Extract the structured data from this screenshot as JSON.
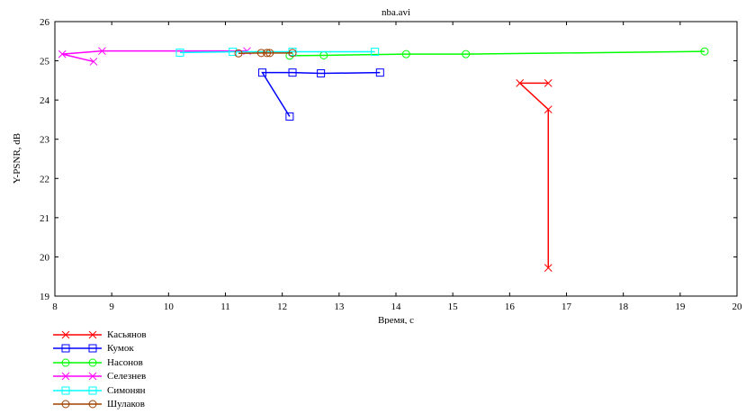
{
  "chart_data": {
    "type": "line",
    "title": "nba.avi",
    "xlabel": "Время, с",
    "ylabel": "Y-PSNR, dB",
    "xlim": [
      8,
      20
    ],
    "ylim": [
      19,
      26
    ],
    "xticks": [
      "8",
      "9",
      "10",
      "11",
      "12",
      "13",
      "14",
      "15",
      "16",
      "17",
      "18",
      "19",
      "20"
    ],
    "yticks": [
      "19",
      "20",
      "21",
      "22",
      "23",
      "24",
      "25",
      "26"
    ],
    "grid": false,
    "legend_position": "bottom-left",
    "series": [
      {
        "name": "Касьянов",
        "color": "#ff0000",
        "marker": "x",
        "x": [
          16.68,
          16.18,
          16.68,
          16.68
        ],
        "y": [
          24.43,
          24.43,
          23.76,
          19.72
        ]
      },
      {
        "name": "Кумок",
        "color": "#0000ff",
        "marker": "square",
        "x": [
          12.13,
          11.65,
          12.18,
          12.68,
          13.72
        ],
        "y": [
          23.58,
          24.7,
          24.7,
          24.68,
          24.7
        ]
      },
      {
        "name": "Насонов",
        "color": "#00ff00",
        "marker": "circle",
        "x": [
          12.13,
          12.73,
          14.18,
          15.23,
          19.43
        ],
        "y": [
          25.13,
          25.14,
          25.17,
          25.17,
          25.24
        ]
      },
      {
        "name": "Селезнев",
        "color": "#ff00ff",
        "marker": "x",
        "x": [
          8.68,
          8.13,
          8.83,
          11.38
        ],
        "y": [
          24.98,
          25.17,
          25.25,
          25.25
        ]
      },
      {
        "name": "Симонян",
        "color": "#00ffff",
        "marker": "square",
        "x": [
          10.2,
          11.13,
          12.18,
          13.63
        ],
        "y": [
          25.21,
          25.23,
          25.23,
          25.23
        ]
      },
      {
        "name": "Шулаков",
        "color": "#a04000",
        "marker": "circle",
        "x": [
          11.23,
          11.63,
          11.73,
          11.78,
          12.18
        ],
        "y": [
          25.19,
          25.2,
          25.2,
          25.2,
          25.2
        ]
      }
    ]
  }
}
